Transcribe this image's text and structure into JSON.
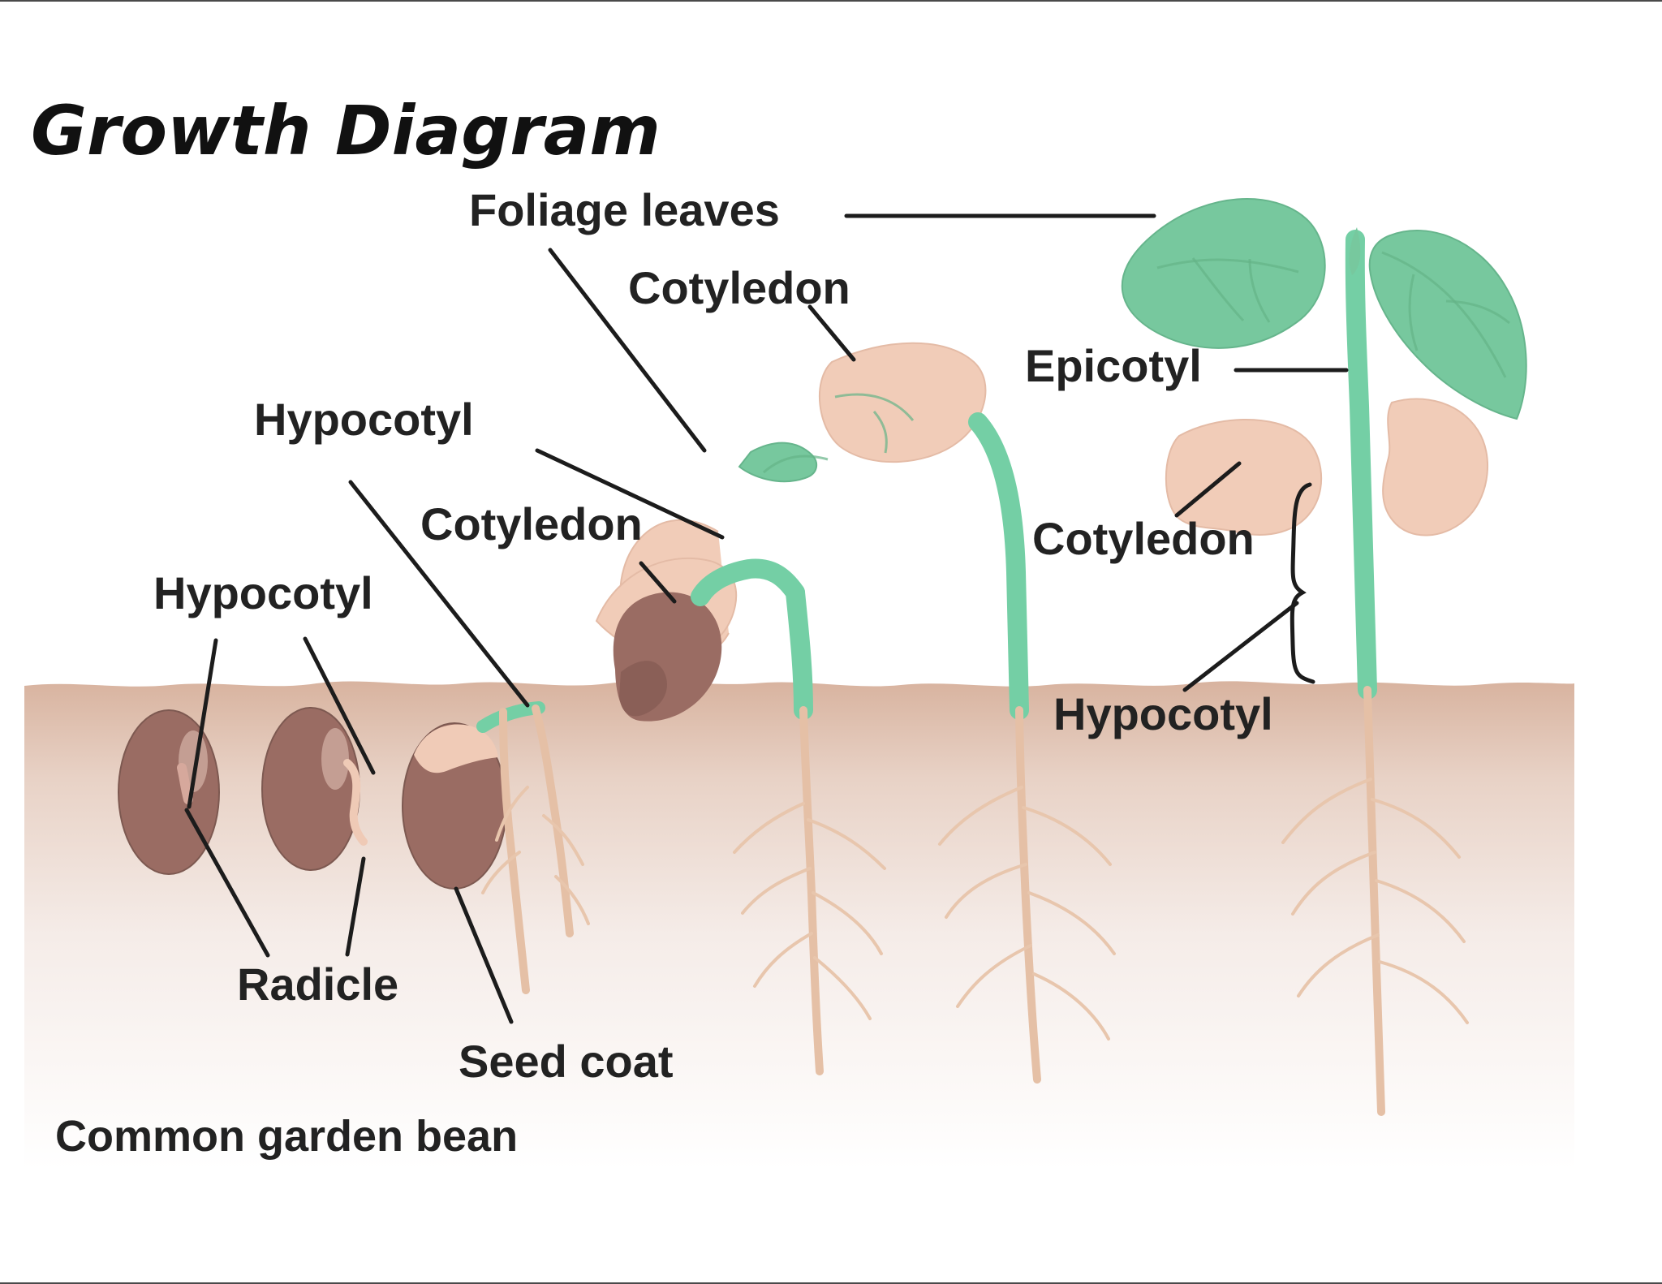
{
  "title": "Growth Diagram",
  "labels": {
    "foliage_leaves": "Foliage leaves",
    "cotyledon_top": "Cotyledon",
    "hypocotyl_middle": "Hypocotyl",
    "cotyledon_middle": "Cotyledon",
    "hypocotyl_left": "Hypocotyl",
    "epicotyl": "Epicotyl",
    "cotyledon_right": "Cotyledon",
    "hypocotyl_right": "Hypocotyl",
    "radicle": "Radicle",
    "seed_coat": "Seed coat"
  },
  "caption": "Common garden bean",
  "colors": {
    "soil_top": "#d7b29d",
    "soil_bottom": "#ffffff",
    "leaf": "#77c89e",
    "stem": "#74cfa5",
    "seed": "#9a6c63",
    "root": "#e5c0a6",
    "cotyledon": "#f1ccb8"
  }
}
